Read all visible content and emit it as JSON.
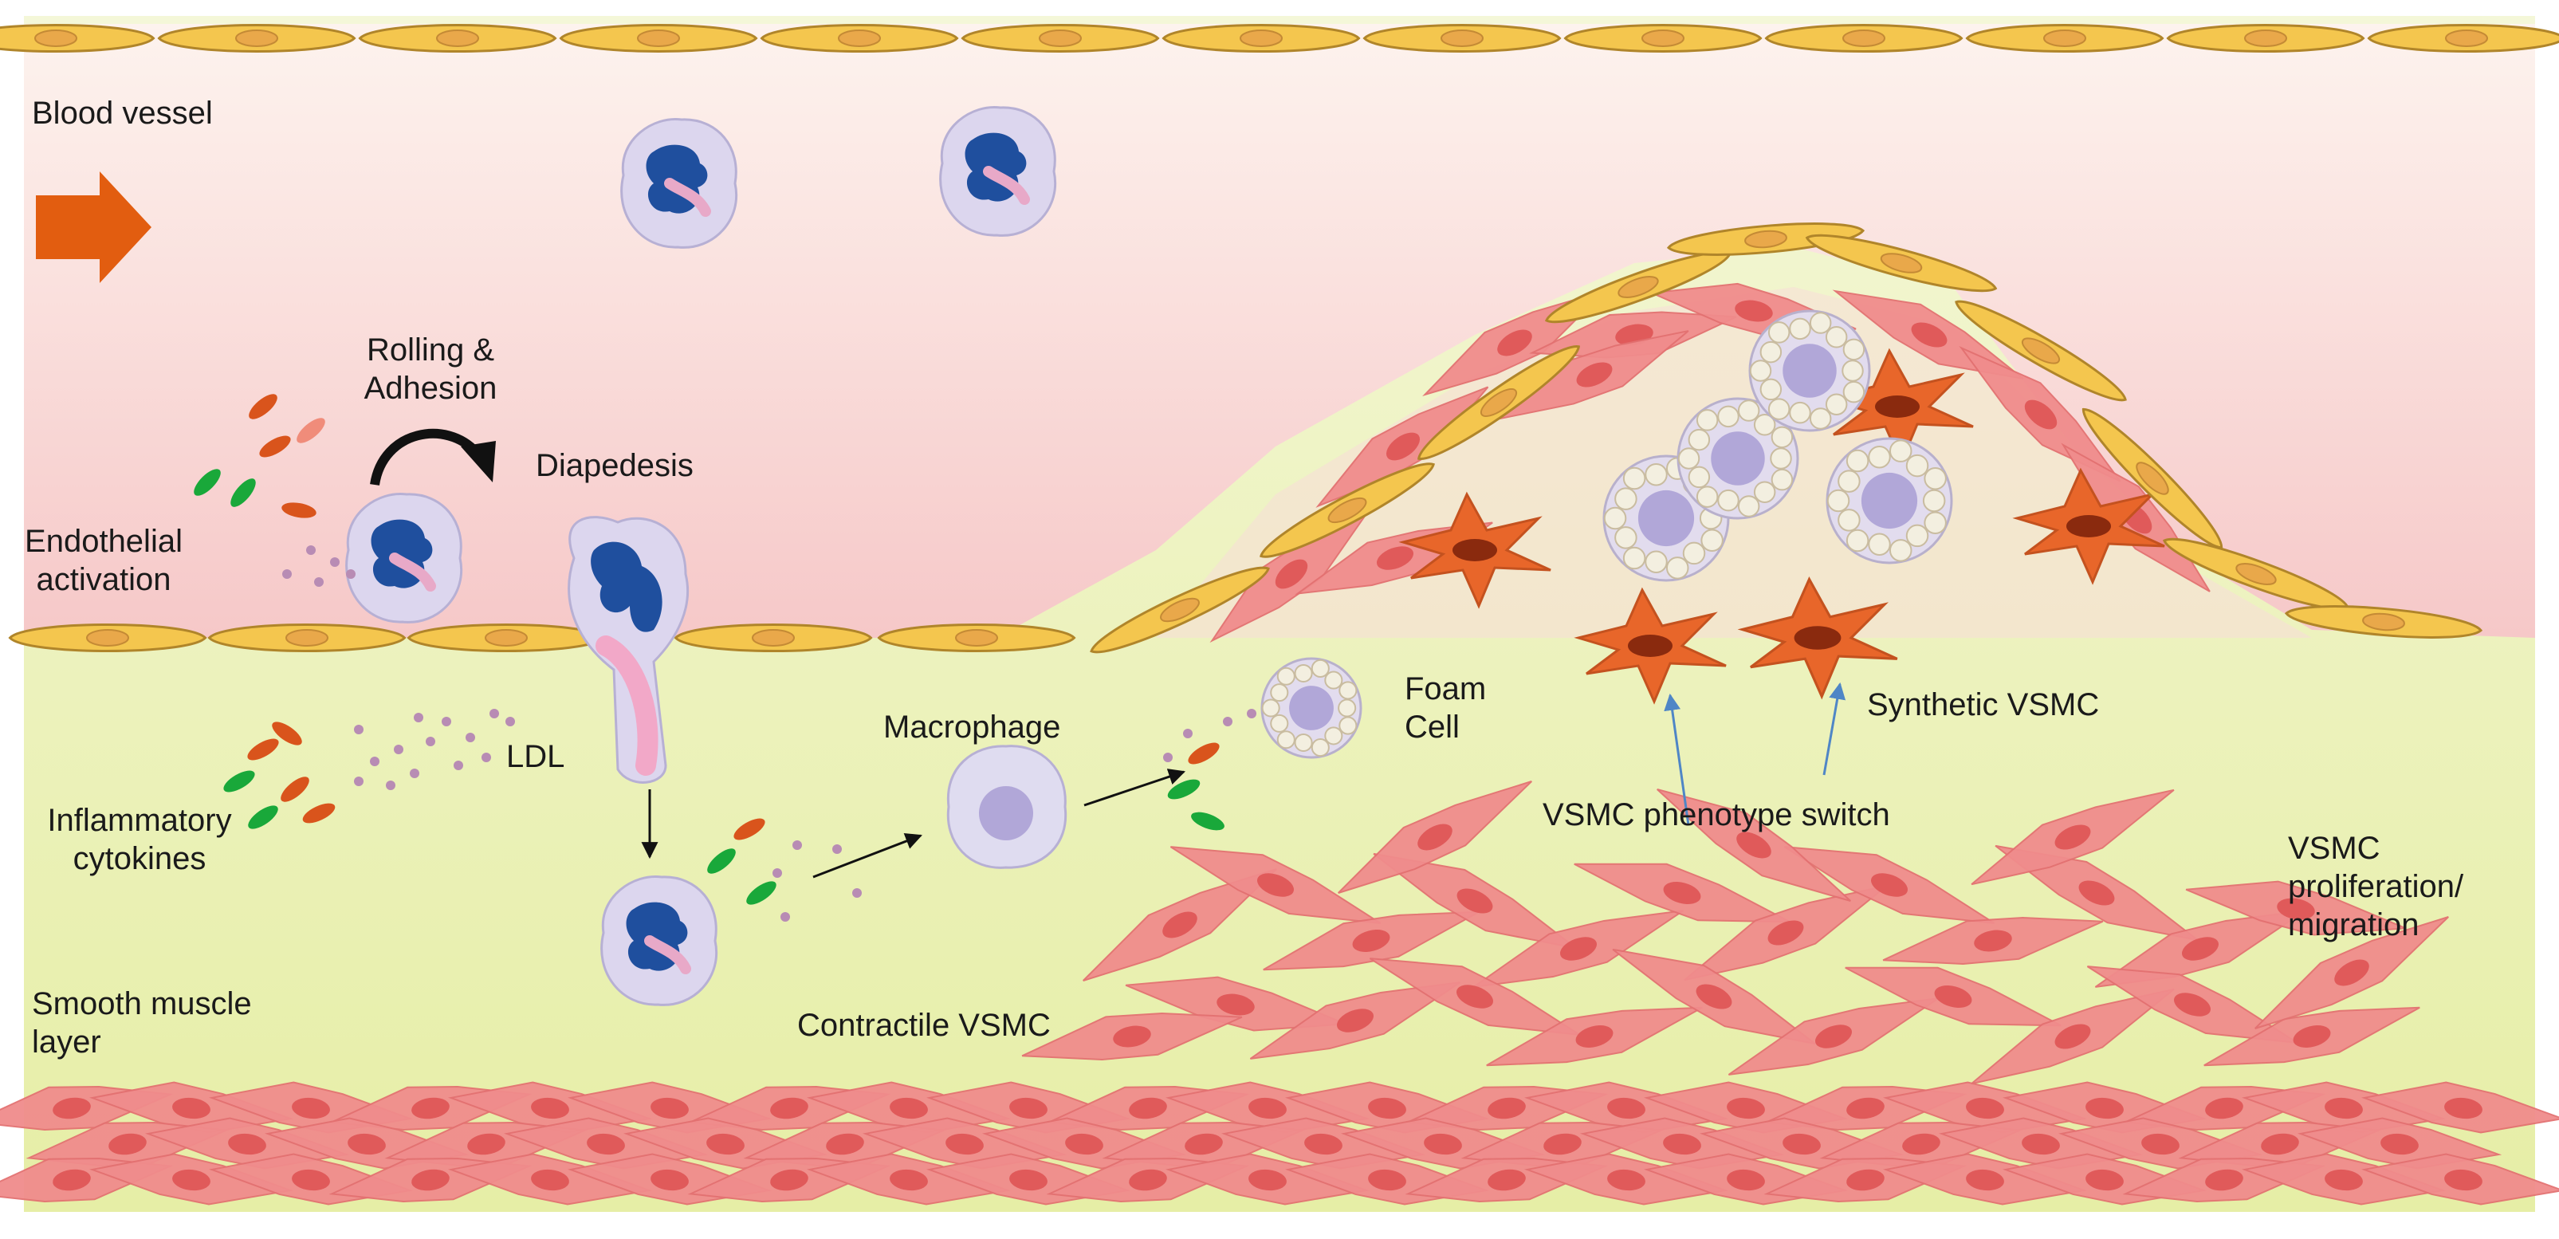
{
  "labels": {
    "blood_vessel": "Blood vessel",
    "rolling_adhesion": "Rolling &\nAdhesion",
    "diapedesis": "Diapedesis",
    "endothelial_activation": "Endothelial\nactivation",
    "ldl": "LDL",
    "inflammatory_cytokines": "Inflammatory\ncytokines",
    "macrophage": "Macrophage",
    "foam_cell": "Foam\nCell",
    "synthetic_vsmc": "Synthetic VSMC",
    "phenotype_switch": "VSMC phenotype switch",
    "proliferation": "VSMC\nproliferation/\nmigration",
    "smooth_muscle_layer": "Smooth muscle\nlayer",
    "contractile_vsmc": "Contractile VSMC"
  },
  "colors": {
    "lumen_top": "#fdf3ee",
    "lumen_bottom": "#f6c8c8",
    "wall_top": "#f2f6cf",
    "wall_bottom": "#e6eea6",
    "endothelium": "#f4c64e",
    "endothelium_stroke": "#b0852a",
    "vsmc": "#f08c8c",
    "vsmc_nucleus": "#e05a5a",
    "synthetic_vsmc": "#e8662a",
    "leukocyte_nucleus": "#1f4f9e",
    "macrophage": "#dfdcf0",
    "flow_arrow": "#e25d10",
    "cytokine_green": "#19a83a",
    "cytokine_orange": "#d9541c",
    "ldl": "#b88cb4",
    "arrow_blue": "#4f86c6"
  },
  "icons": {
    "flow": "flow-arrow-icon",
    "rolling": "curved-arrow-icon"
  }
}
